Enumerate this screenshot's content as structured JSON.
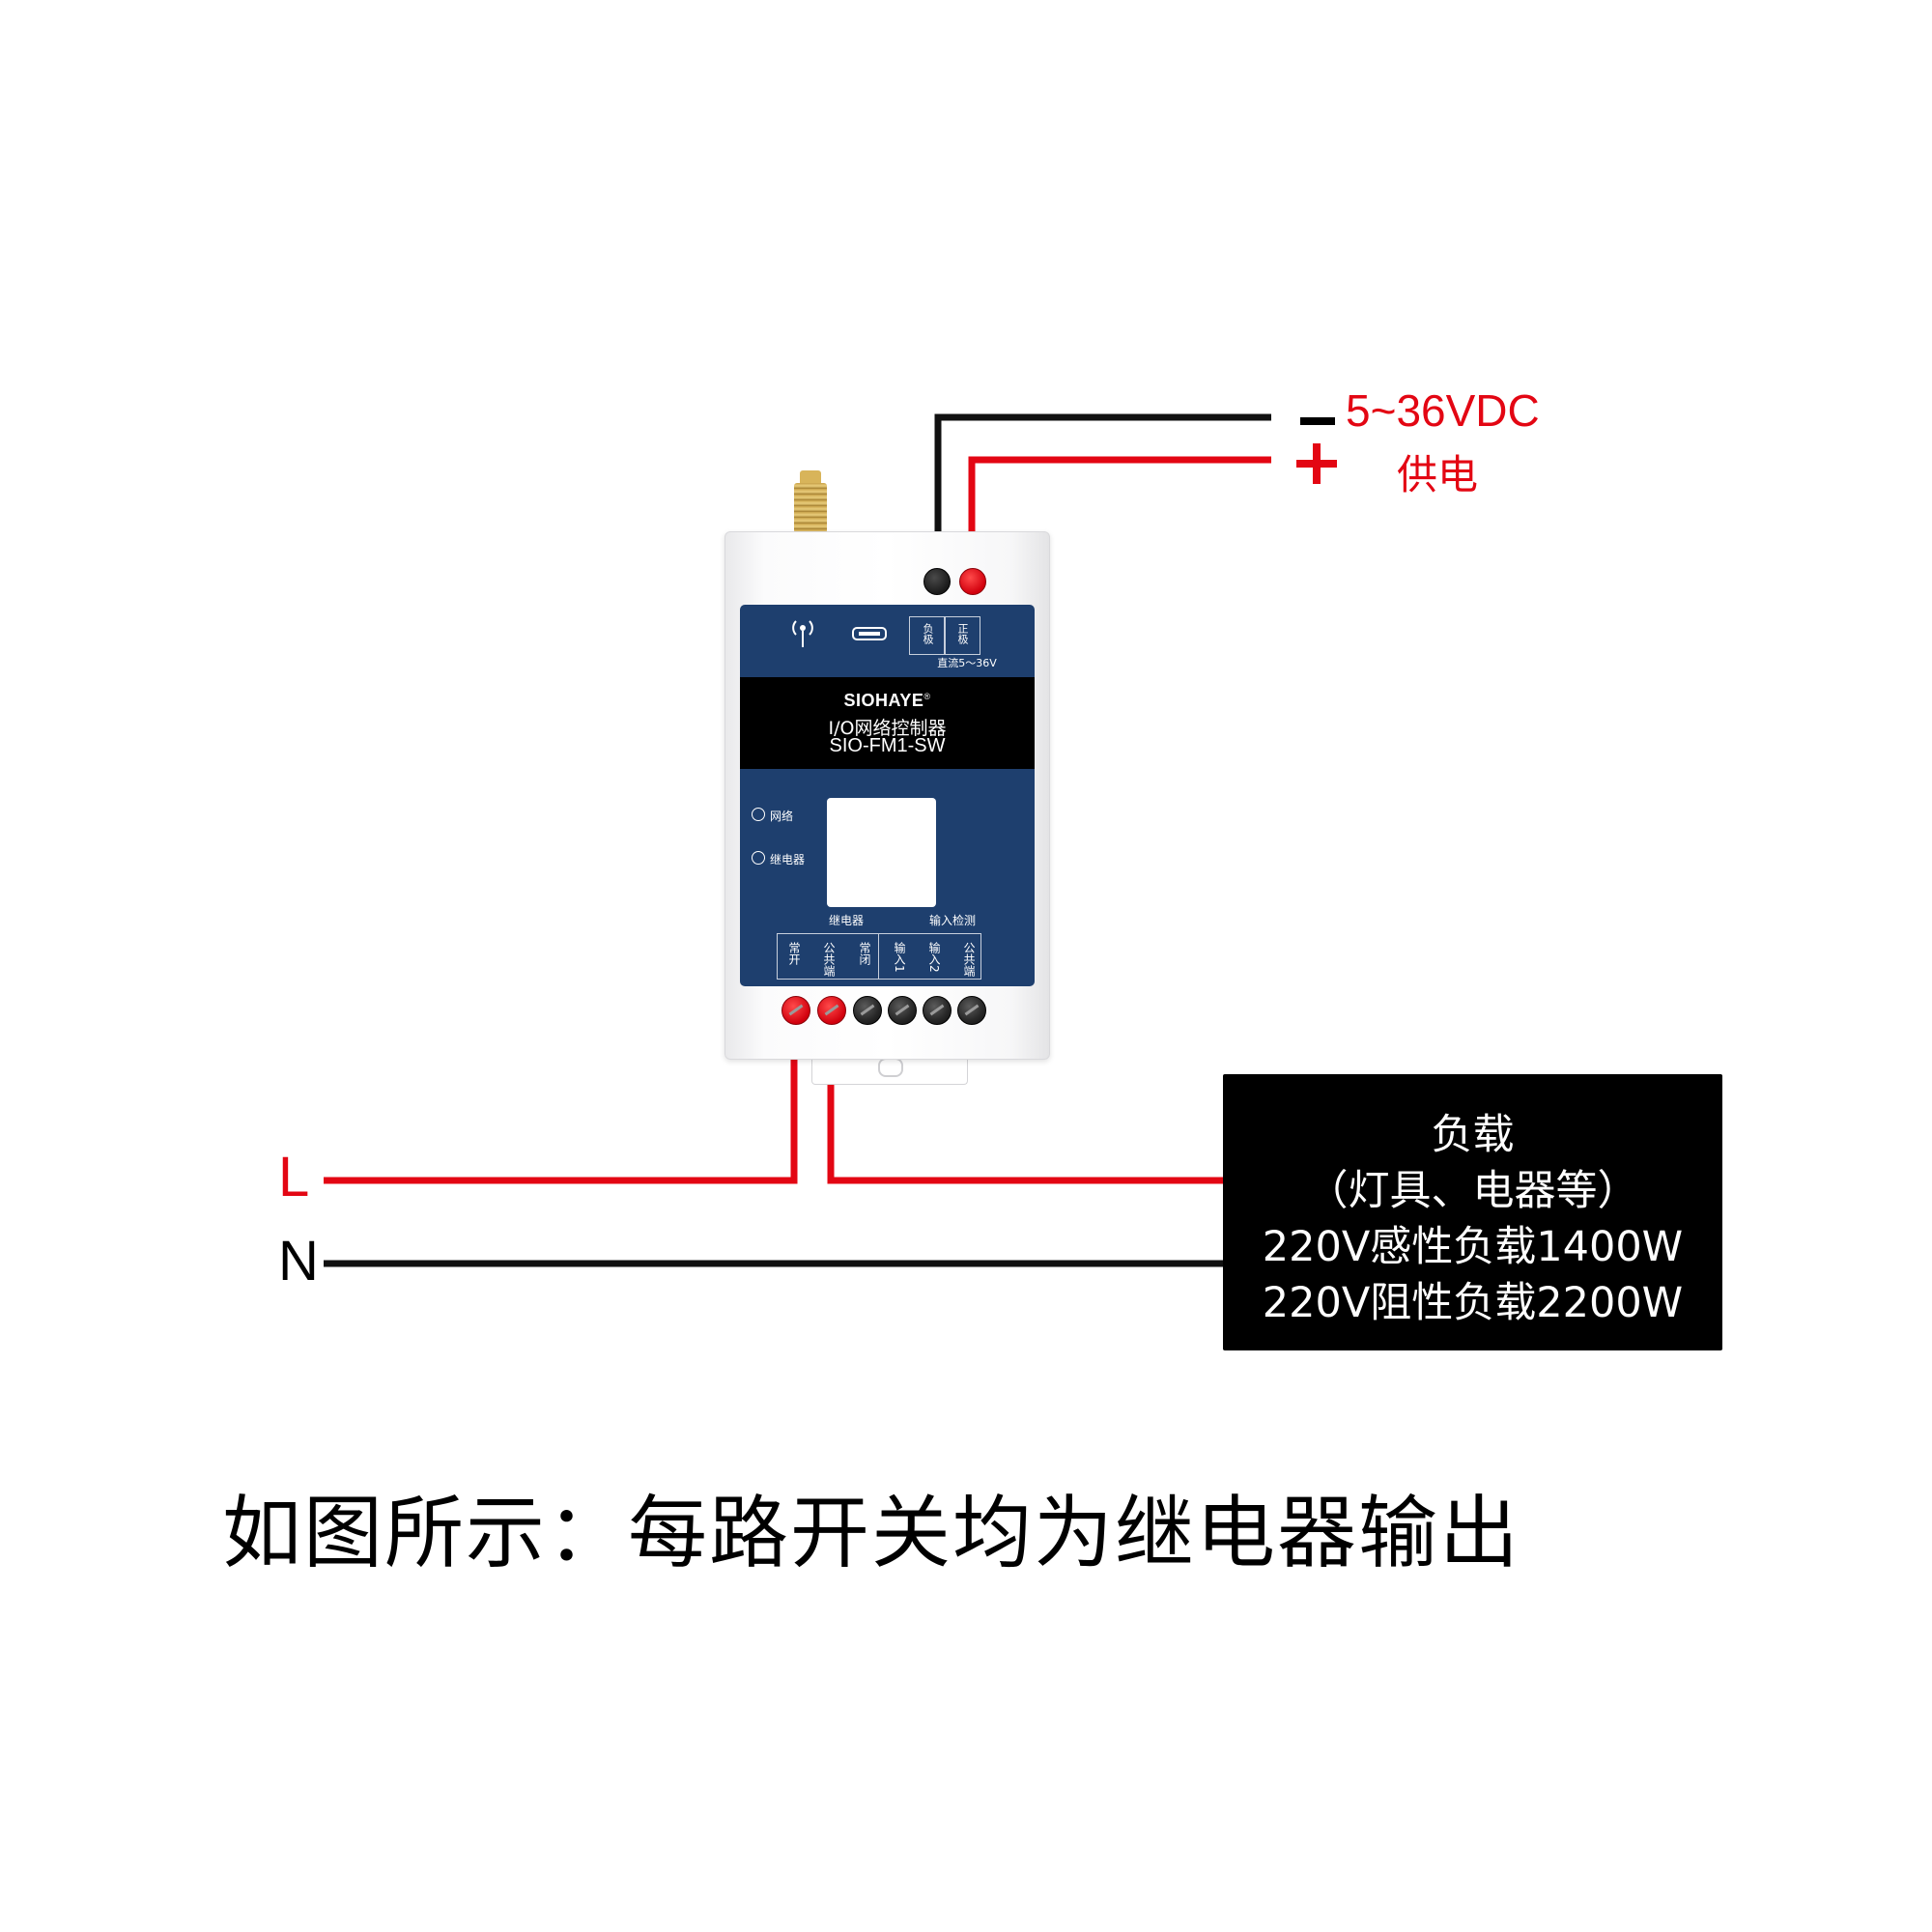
{
  "supply": {
    "voltage": "5~36VDC",
    "text": "供电"
  },
  "wires": {
    "line_label": "L",
    "neutral_label": "N"
  },
  "device": {
    "brand": "SIOHAYE",
    "brand_mark": "®",
    "product_name": "I/O网络控制器",
    "model": "SIO-FM1-SW",
    "power_terminals": [
      "负极",
      "正极"
    ],
    "power_range": "直流5～36V",
    "indicators": [
      "网络",
      "继电器"
    ],
    "groups": {
      "relay": "继电器",
      "input": "输入检测"
    },
    "terminals": [
      "常开",
      "公共端",
      "常闭",
      "输入1",
      "输入2",
      "公共端"
    ]
  },
  "load": {
    "title": "负载",
    "subtitle": "（灯具、电器等）",
    "inductive": "220V感性负载1400W",
    "resistive": "220V阻性负载2200W"
  },
  "caption": "如图所示：每路开关均为继电器输出",
  "colors": {
    "red_wire": "#e30613",
    "black_wire": "#111111",
    "panel_blue": "#1e3f6e"
  }
}
